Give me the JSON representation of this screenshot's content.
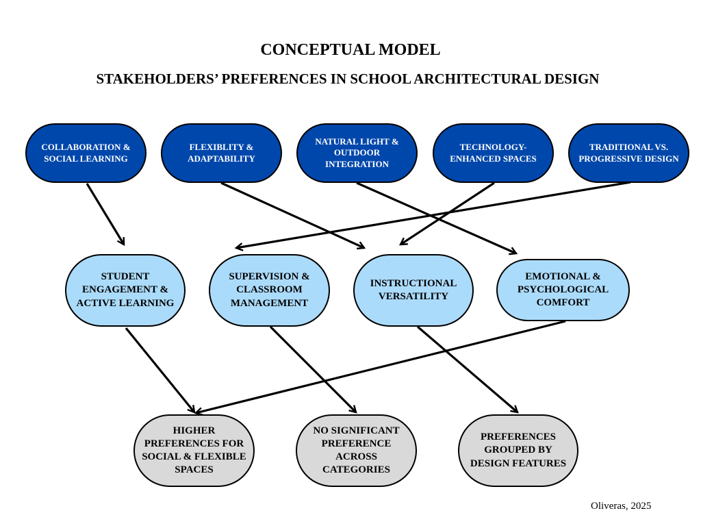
{
  "title": "CONCEPTUAL MODEL",
  "subtitle": "STAKEHOLDERS’ PREFERENCES IN SCHOOL ARCHITECTURAL DESIGN",
  "colors": {
    "factor_fill": "#0047ab",
    "factor_text": "#ffffff",
    "outcome_fill": "#abdbfa",
    "result_fill": "#d9d9d9",
    "arrow": "#000000"
  },
  "factors": [
    {
      "id": "collaboration",
      "label": "COLLABORATION & SOCIAL LEARNING"
    },
    {
      "id": "flexibility",
      "label": "FLEXIBLITY & ADAPTABILITY"
    },
    {
      "id": "natural-light",
      "label": "NATURAL LIGHT & OUTDOOR INTEGRATION"
    },
    {
      "id": "technology",
      "label": "TECHNOLOGY-ENHANCED SPACES"
    },
    {
      "id": "traditional",
      "label": "TRADITIONAL VS. PROGRESSIVE DESIGN"
    }
  ],
  "outcomes": [
    {
      "id": "student-engagement",
      "label": "STUDENT ENGAGEMENT & ACTIVE LEARNING"
    },
    {
      "id": "supervision",
      "label": "SUPERVISION & CLASSROOM MANAGEMENT"
    },
    {
      "id": "instructional",
      "label": "INSTRUCTIONAL VERSATILITY"
    },
    {
      "id": "emotional",
      "label": "EMOTIONAL & PSYCHOLOGICAL COMFORT"
    }
  ],
  "results": [
    {
      "id": "higher-preferences",
      "label": "HIGHER PREFERENCES FOR SOCIAL & FLEXIBLE SPACES"
    },
    {
      "id": "no-significant",
      "label": "NO SIGNIFICANT PREFERENCE ACROSS CATEGORIES"
    },
    {
      "id": "grouped",
      "label": "PREFERENCES GROUPED BY DESIGN FEATURES"
    }
  ],
  "links": [
    {
      "from": "collaboration",
      "to": "student-engagement"
    },
    {
      "from": "flexibility",
      "to": "instructional"
    },
    {
      "from": "natural-light",
      "to": "emotional"
    },
    {
      "from": "technology",
      "to": "instructional"
    },
    {
      "from": "traditional",
      "to": "supervision"
    },
    {
      "from": "student-engagement",
      "to": "higher-preferences"
    },
    {
      "from": "supervision",
      "to": "no-significant"
    },
    {
      "from": "instructional",
      "to": "grouped"
    },
    {
      "from": "emotional",
      "to": "higher-preferences"
    }
  ],
  "credit": "Oliveras, 2025"
}
